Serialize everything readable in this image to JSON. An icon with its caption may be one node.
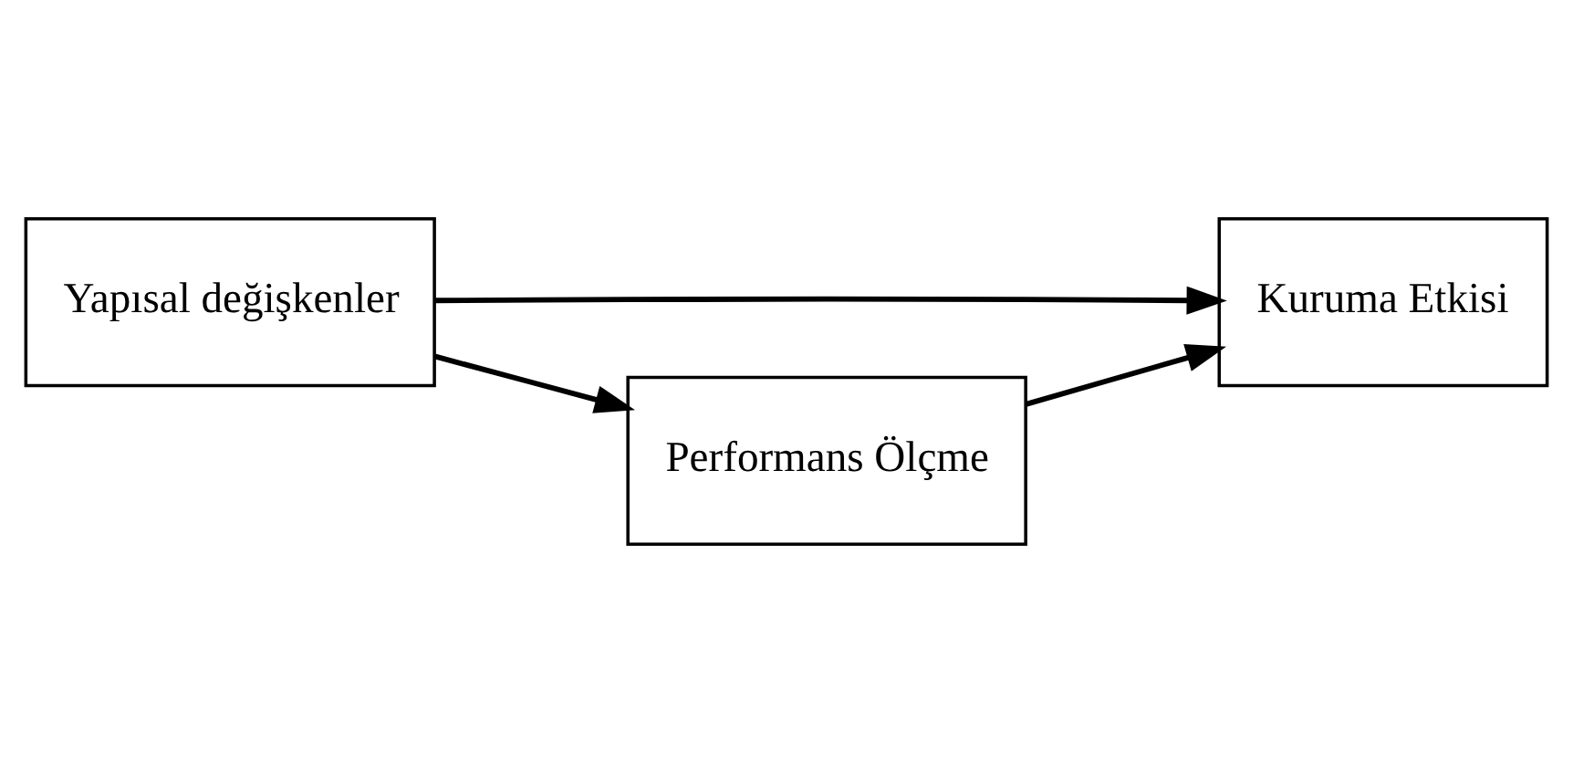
{
  "diagram": {
    "nodes": [
      {
        "text": [
          "Yapısal değişkenler"
        ]
      },
      {
        "text": [
          "Kuruma Etkisi"
        ]
      },
      {
        "text": [
          "Performans Ölçme"
        ]
      }
    ],
    "edges": [
      {
        "from": 0,
        "to": 1,
        "arrow": "to"
      },
      {
        "from": 0,
        "to": 2,
        "arrow": "to"
      },
      {
        "from": 2,
        "to": 1,
        "arrow": "to"
      }
    ]
  }
}
